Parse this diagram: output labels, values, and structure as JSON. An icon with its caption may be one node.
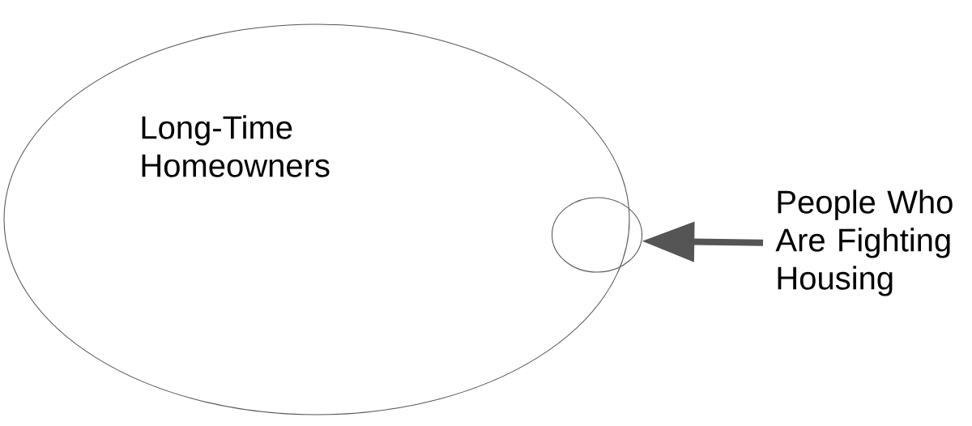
{
  "diagram": {
    "nodes": [
      {
        "text": [
          "Long-Time Homeowners"
        ]
      },
      {
        "text": [],
        "shape": "circle"
      },
      {
        "text": [
          "People Who Are Fighting Housing"
        ]
      }
    ],
    "edges": [
      {
        "from": 2,
        "to": 1,
        "arrow": "to"
      }
    ]
  }
}
